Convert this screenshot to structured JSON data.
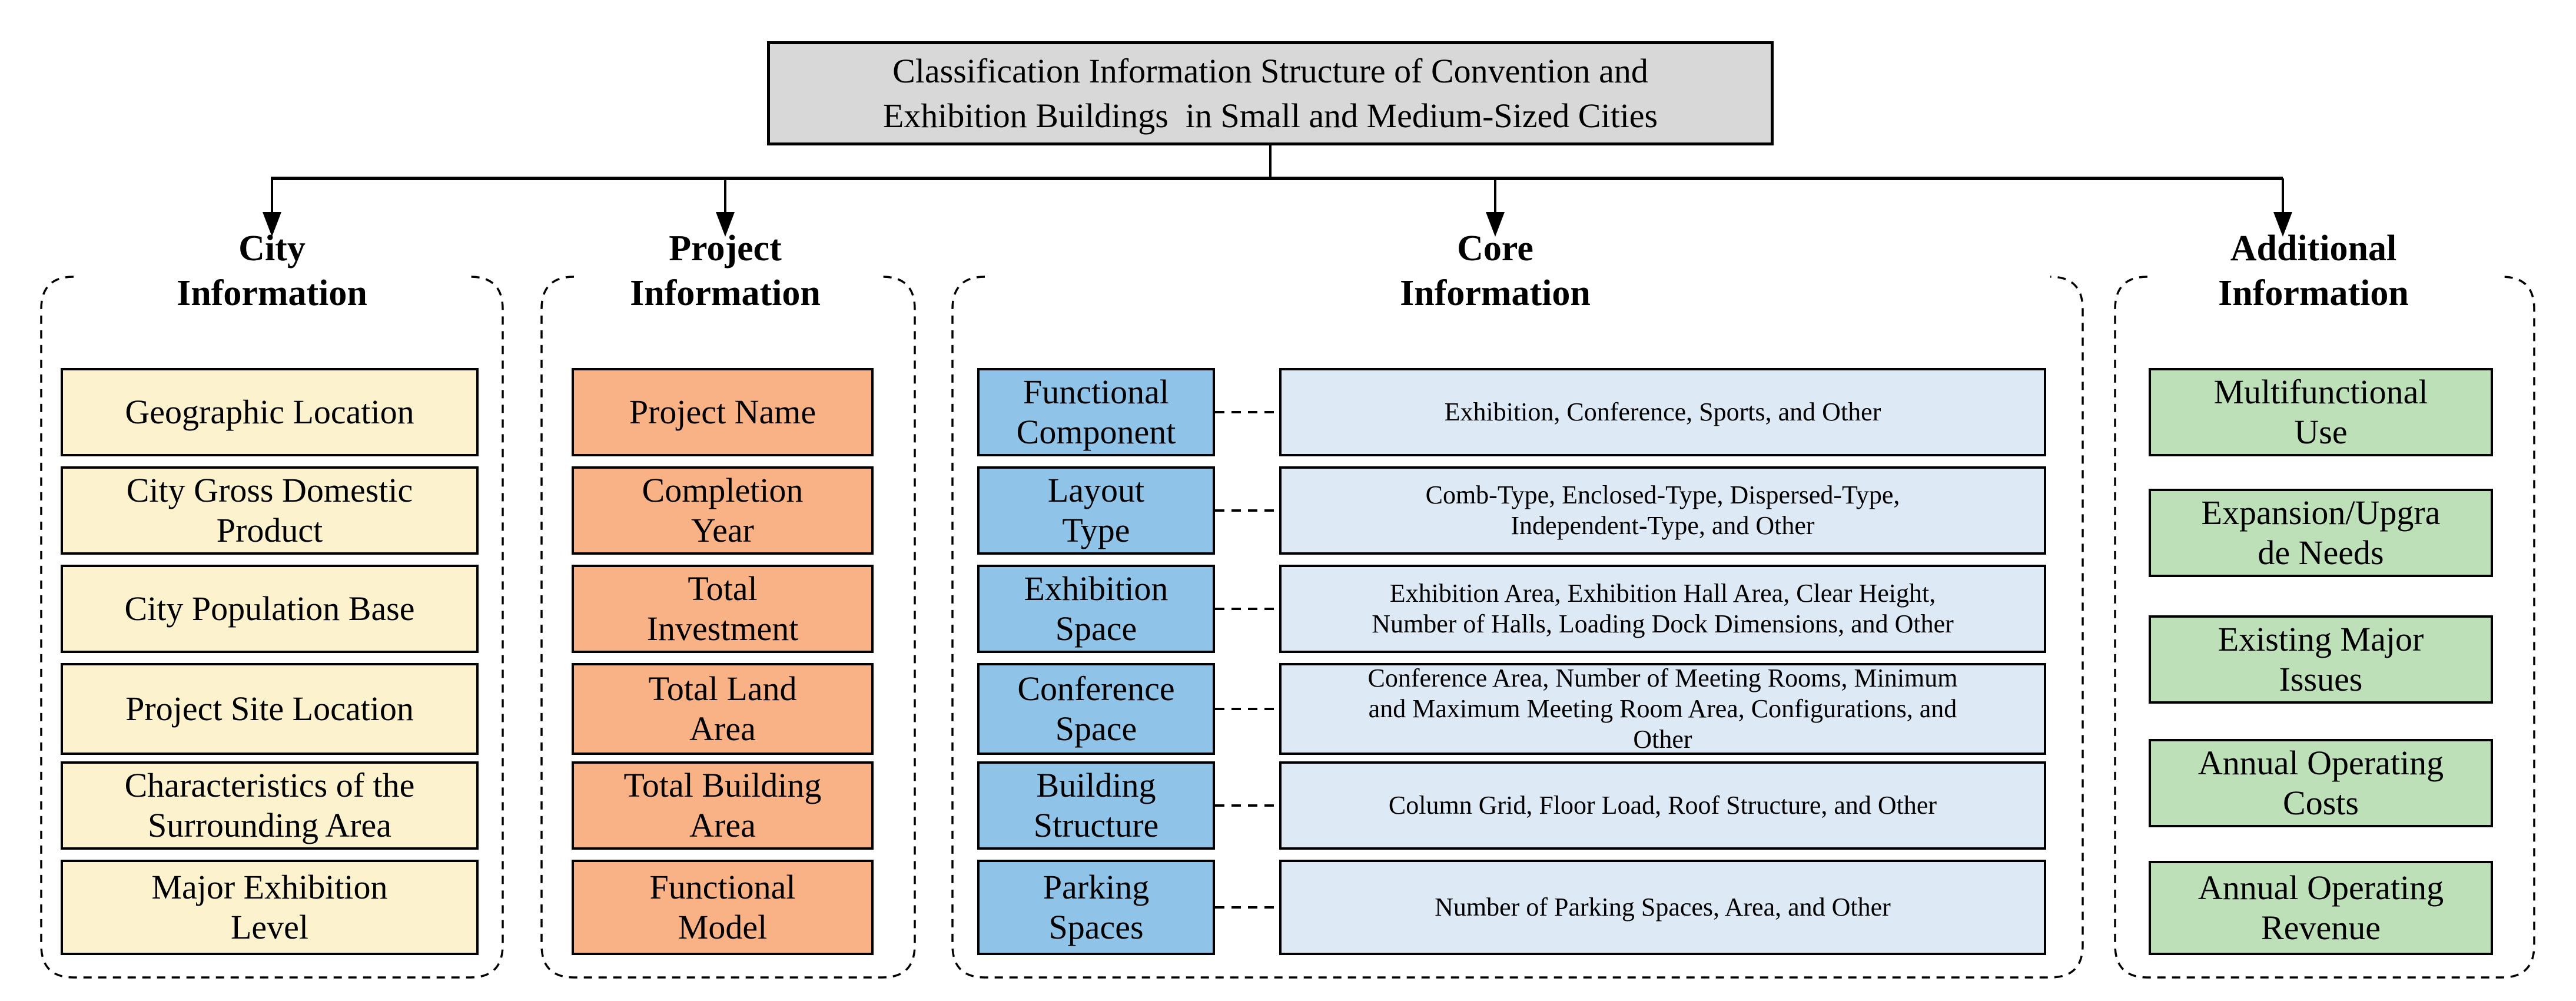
{
  "title": {
    "text": "Classification Information Structure of Convention and\nExhibition Buildings  in Small and Medium-Sized Cities"
  },
  "columns": {
    "city": {
      "header": "City\nInformation",
      "items": [
        "Geographic Location",
        "City Gross Domestic\nProduct",
        "City Population Base",
        "Project Site Location",
        "Characteristics of the\nSurrounding Area",
        "Major Exhibition\nLevel"
      ]
    },
    "project": {
      "header": "Project\nInformation",
      "items": [
        "Project Name",
        "Completion\nYear",
        "Total\nInvestment",
        "Total Land\nArea",
        "Total Building\nArea",
        "Functional\nModel"
      ]
    },
    "core": {
      "header": "Core\nInformation",
      "rows": [
        {
          "label": "Functional\nComponent",
          "detail": "Exhibition, Conference, Sports, and Other"
        },
        {
          "label": "Layout\nType",
          "detail": "Comb-Type, Enclosed-Type, Dispersed-Type,\nIndependent-Type, and Other"
        },
        {
          "label": "Exhibition\nSpace",
          "detail": "Exhibition Area, Exhibition Hall Area, Clear Height,\nNumber of Halls, Loading Dock Dimensions, and Other"
        },
        {
          "label": "Conference\nSpace",
          "detail": "Conference Area, Number of Meeting Rooms, Minimum\nand Maximum Meeting Room Area, Configurations, and\nOther"
        },
        {
          "label": "Building\nStructure",
          "detail": "Column Grid, Floor Load, Roof Structure, and Other"
        },
        {
          "label": "Parking\nSpaces",
          "detail": "Number of Parking Spaces, Area, and Other"
        }
      ]
    },
    "additional": {
      "header": "Additional\nInformation",
      "items": [
        "Multifunctional\nUse",
        "Expansion/Upgra\nde Needs",
        "Existing Major\nIssues",
        "Annual Operating\nCosts",
        "Annual Operating\nRevenue"
      ]
    }
  },
  "colors": {
    "title_fill": "#D8D8D8",
    "city_fill": "#FCF2CE",
    "project_fill": "#F9B285",
    "core_label_fill": "#8FC3E8",
    "core_detail_fill": "#DDEAF6",
    "additional_fill": "#BDE0B8",
    "line_and_border": "#000000",
    "background": "#FFFFFF"
  }
}
